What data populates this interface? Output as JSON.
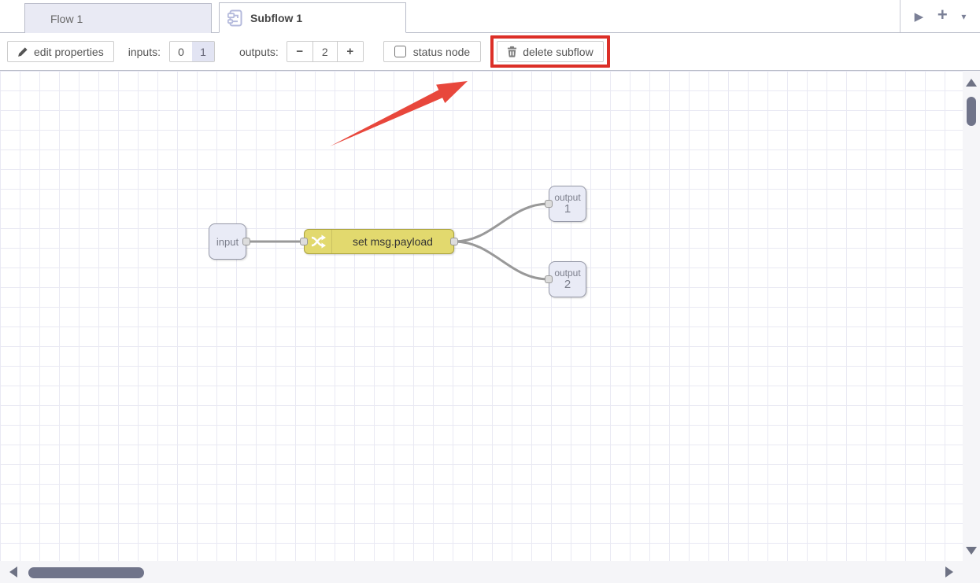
{
  "tab_bar": {
    "tabs": [
      {
        "label": "Flow 1",
        "active": false
      },
      {
        "label": "Subflow 1",
        "active": true,
        "icon": "subflow-icon"
      }
    ],
    "scroll_tabs_icon": "▶",
    "add_tab_icon": "+",
    "tab_menu_icon": "▾"
  },
  "toolbar": {
    "edit_properties_label": "edit properties",
    "edit_properties_icon": "pencil-icon",
    "inputs_label": "inputs:",
    "inputs_options": [
      "0",
      "1"
    ],
    "inputs_selected": "1",
    "outputs_label": "outputs:",
    "outputs_decrease_icon": "−",
    "outputs_value": "2",
    "outputs_increase_icon": "+",
    "status_node_label": "status node",
    "status_node_checked": false,
    "delete_subflow_label": "delete subflow",
    "delete_subflow_icon": "trash-icon"
  },
  "annotation": {
    "highlight_color": "#dc2f27",
    "arrow_color": "#e8473c",
    "highlighted_control": "delete subflow"
  },
  "canvas": {
    "grid_line_color": "#e9e9f3",
    "wire_color": "#999999",
    "nodes": [
      {
        "id": "input",
        "label": "input",
        "type": "subflow-input",
        "fill": "#e9ebf6"
      },
      {
        "id": "set-msg-payload",
        "label": "set msg.payload",
        "type": "change",
        "fill": "#e2d96e"
      },
      {
        "id": "output-1",
        "label": "output",
        "number": "1",
        "type": "subflow-output",
        "fill": "#e9ebf6"
      },
      {
        "id": "output-2",
        "label": "output",
        "number": "2",
        "type": "subflow-output",
        "fill": "#e9ebf6"
      }
    ],
    "wires": [
      {
        "from": "input",
        "to": "set-msg-payload"
      },
      {
        "from": "set-msg-payload",
        "to": "output-1"
      },
      {
        "from": "set-msg-payload",
        "to": "output-2"
      }
    ]
  }
}
